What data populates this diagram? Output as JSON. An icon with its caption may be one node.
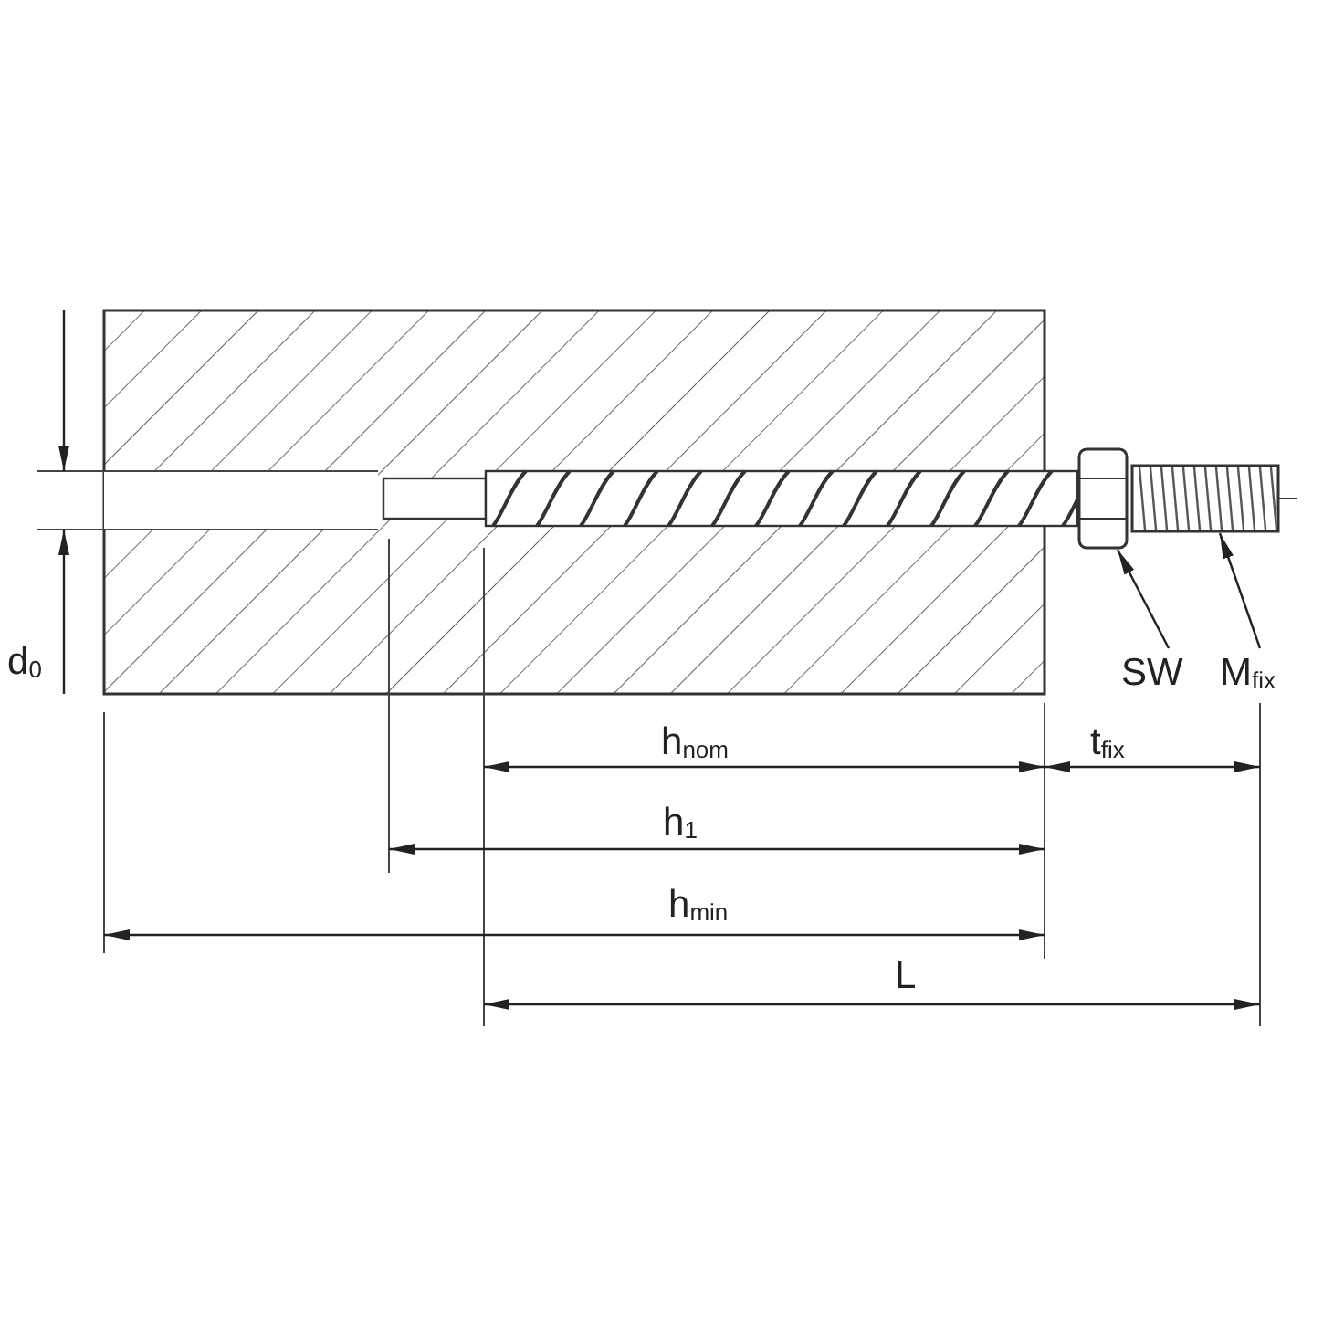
{
  "diagram": {
    "nodes": [
      {
        "text": [
          "SW"
        ]
      },
      {
        "text": [
          "M$_{fix}$"
        ]
      },
      {
        "text": [],
        "shape": "picture"
      },
      {
        "text": [],
        "shape": "picture"
      }
    ],
    "edges": [
      {
        "from": 0,
        "to": 2,
        "arrow": "to"
      },
      {
        "from": 1,
        "to": 3,
        "arrow": "to"
      }
    ],
    "labels": [
      "d$_{0}$",
      "h$_{nom}$",
      "t$_{fix}$",
      "h$_{1}$",
      "h$_{min}$",
      "L"
    ]
  }
}
